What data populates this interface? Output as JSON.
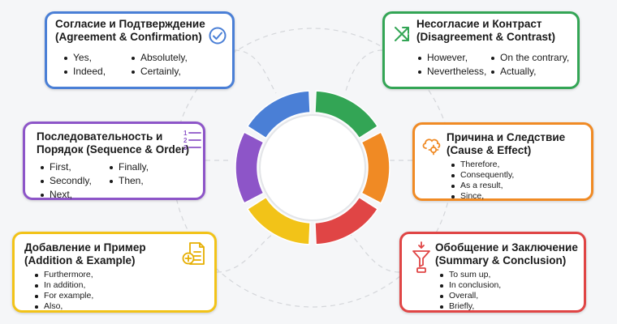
{
  "colors": {
    "blue": "#4a7fd6",
    "green": "#33a555",
    "orange": "#f08a24",
    "red": "#e04545",
    "yellow": "#f2c318",
    "purple": "#8d55c8"
  },
  "cards": {
    "agreement": {
      "title_line1": "Согласие и Подтверждение",
      "title_line2": "(Agreement & Confirmation)",
      "icon": "check-circle-icon",
      "items": [
        "Yes,",
        "Absolutely,",
        "Indeed,",
        "Certainly,"
      ]
    },
    "disagreement": {
      "title_line1": "Несогласие и Контраст",
      "title_line2": "(Disagreement & Contrast)",
      "icon": "crossing-arrows-icon",
      "items": [
        "However,",
        "On the contrary,",
        "Nevertheless,",
        "Actually,"
      ]
    },
    "sequence": {
      "title_line1": "Последовательность и",
      "title_line2": "Порядок (Sequence & Order)",
      "icon": "numbered-list-icon",
      "icon_numbers": [
        "1",
        "2",
        "3"
      ],
      "items": [
        "First,",
        "Finally,",
        "Secondly,",
        "Then,",
        "Next,"
      ]
    },
    "cause": {
      "title_line1": "Причина и Следствие",
      "title_line2": "(Cause & Effect)",
      "icon": "cloud-gear-icon",
      "items": [
        "Therefore,",
        "Consequently,",
        "As a result,",
        "Since,"
      ]
    },
    "addition": {
      "title_line1": "Добавление и Пример",
      "title_line2": "(Addition & Example)",
      "icon": "add-document-icon",
      "items": [
        "Furthermore,",
        "In addition,",
        "For example,",
        "Also,"
      ]
    },
    "summary": {
      "title_line1": "Обобщение и Заключение",
      "title_line2": "(Summary & Conclusion)",
      "icon": "funnel-icon",
      "items": [
        "To sum up,",
        "In conclusion,",
        "Overall,",
        "Briefly,"
      ]
    }
  }
}
